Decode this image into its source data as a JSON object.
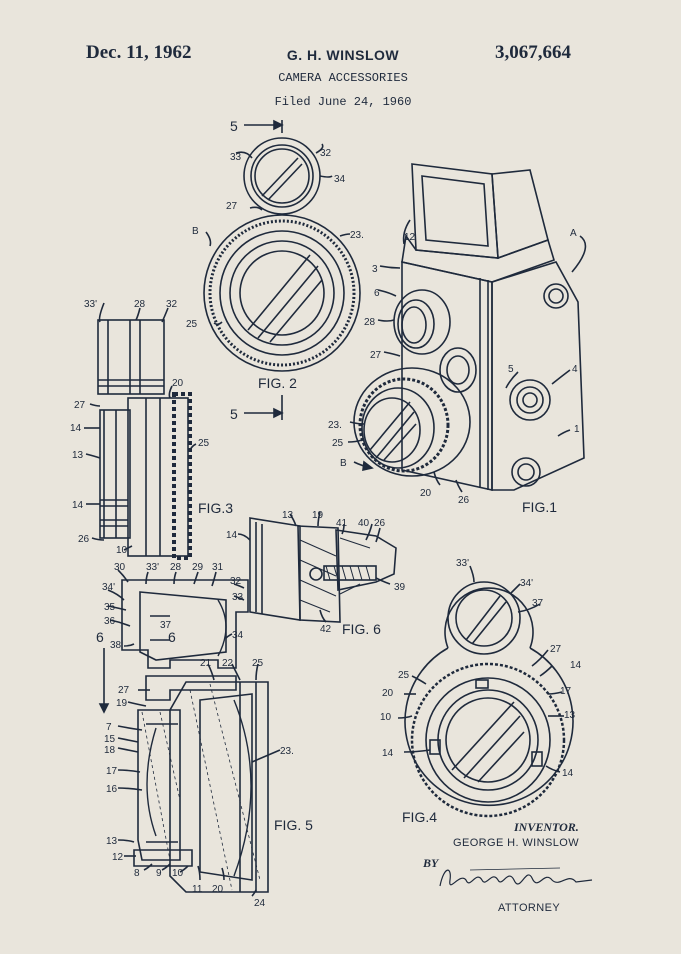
{
  "header": {
    "date": "Dec. 11, 1962",
    "inventor": "G. H. WINSLOW",
    "patent_number": "3,067,664",
    "title": "CAMERA ACCESSORIES",
    "filed": "Filed June 24, 1960"
  },
  "figures": {
    "fig1": "FIG.1",
    "fig2": "FIG. 2",
    "fig3": "FIG.3",
    "fig4": "FIG.4",
    "fig5": "FIG. 5",
    "fig6": "FIG. 6"
  },
  "section_marks": {
    "five": "5",
    "six": "6"
  },
  "ref_numerals": {
    "n33": "33",
    "n32": "32",
    "n34": "34",
    "n27": "27",
    "nB": "B",
    "n23": "23.",
    "n25": "25",
    "n33p": "33'",
    "n28": "28",
    "n20": "20",
    "n14": "14",
    "n13": "13",
    "n26": "26",
    "n10": "10",
    "n12": "12",
    "n3": "3",
    "n6": "6",
    "n5": "5",
    "n4": "4",
    "n1": "1",
    "nA": "A",
    "n19": "19",
    "n41": "41",
    "n40": "40",
    "n39": "39",
    "n42": "42",
    "n30": "30",
    "n29": "29",
    "n31": "31",
    "n34p": "34'",
    "n35": "35",
    "n36": "36",
    "n37": "37",
    "n38": "38",
    "n21": "21",
    "n22": "22",
    "n7": "7",
    "n15": "15",
    "n18": "18",
    "n17": "17",
    "n16": "16",
    "n8": "8",
    "n9": "9",
    "n11": "11",
    "n24": "24"
  },
  "footer": {
    "inventor_label": "INVENTOR.",
    "inventor_name": "GEORGE H. WINSLOW",
    "by": "BY",
    "attorney": "ATTORNEY"
  },
  "colors": {
    "paper": "#e9e5dc",
    "ink": "#1f2a3c"
  }
}
